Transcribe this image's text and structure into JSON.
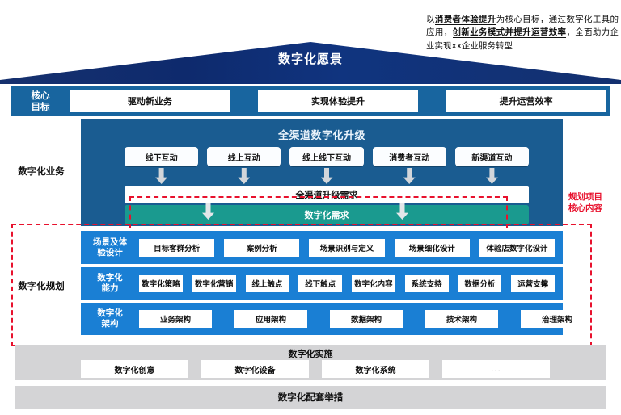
{
  "annotation": {
    "line1_pre": "以",
    "line1_bold": "消费者体验提升",
    "line1_post": "为核心目标，通过数字化工具的应用，",
    "bold2": "创新业务模式并提升运营效率",
    "tail": "，全面助力企业实现xx企业服务转型"
  },
  "vision": {
    "title": "数字化愿景"
  },
  "core_goals": {
    "label": "核心\n目标",
    "label_line1": "核心",
    "label_line2": "目标",
    "items": [
      "驱动新业务",
      "实现体验提升",
      "提升运营效率"
    ]
  },
  "business": {
    "row_label": "数字化业务",
    "panel_title": "全渠道数字化升级",
    "channels": [
      "线下互动",
      "线上互动",
      "线上线下互动",
      "消费者互动",
      "新渠道互动"
    ],
    "need_bar": "全渠道升级需求",
    "demand_bar": "数字化需求"
  },
  "planning": {
    "row_label": "数字化规划",
    "rows": [
      {
        "label_line1": "场景及体",
        "label_line2": "验设计",
        "items": [
          "目标客群分析",
          "案例分析",
          "场景识别与定义",
          "场景细化设计",
          "体验店数字化设计"
        ]
      },
      {
        "label_line1": "数字化",
        "label_line2": "能力",
        "items": [
          "数字化策略",
          "数字化营销",
          "线上触点",
          "线下触点",
          "数字化内容",
          "系统支持",
          "数据分析",
          "运营支撑"
        ]
      },
      {
        "label_line1": "数字化",
        "label_line2": "架构",
        "items": [
          "业务架构",
          "应用架构",
          "数据架构",
          "技术架构",
          "治理架构"
        ]
      }
    ]
  },
  "red_note": {
    "line1": "规划项目",
    "line2": "核心内容"
  },
  "implementation": {
    "title": "数字化实施",
    "items": [
      "数字化创意",
      "数字化设备",
      "数字化系统",
      "..."
    ]
  },
  "measures": {
    "title": "数字化配套举措"
  },
  "colors": {
    "roof_dark": "#0d2b6b",
    "core_band": "#18659f",
    "business_panel": "#1a5c91",
    "teal": "#1a9a8f",
    "planning_blue": "#1a7fd4",
    "red": "#e8112d",
    "gray": "#d4d4d6"
  }
}
